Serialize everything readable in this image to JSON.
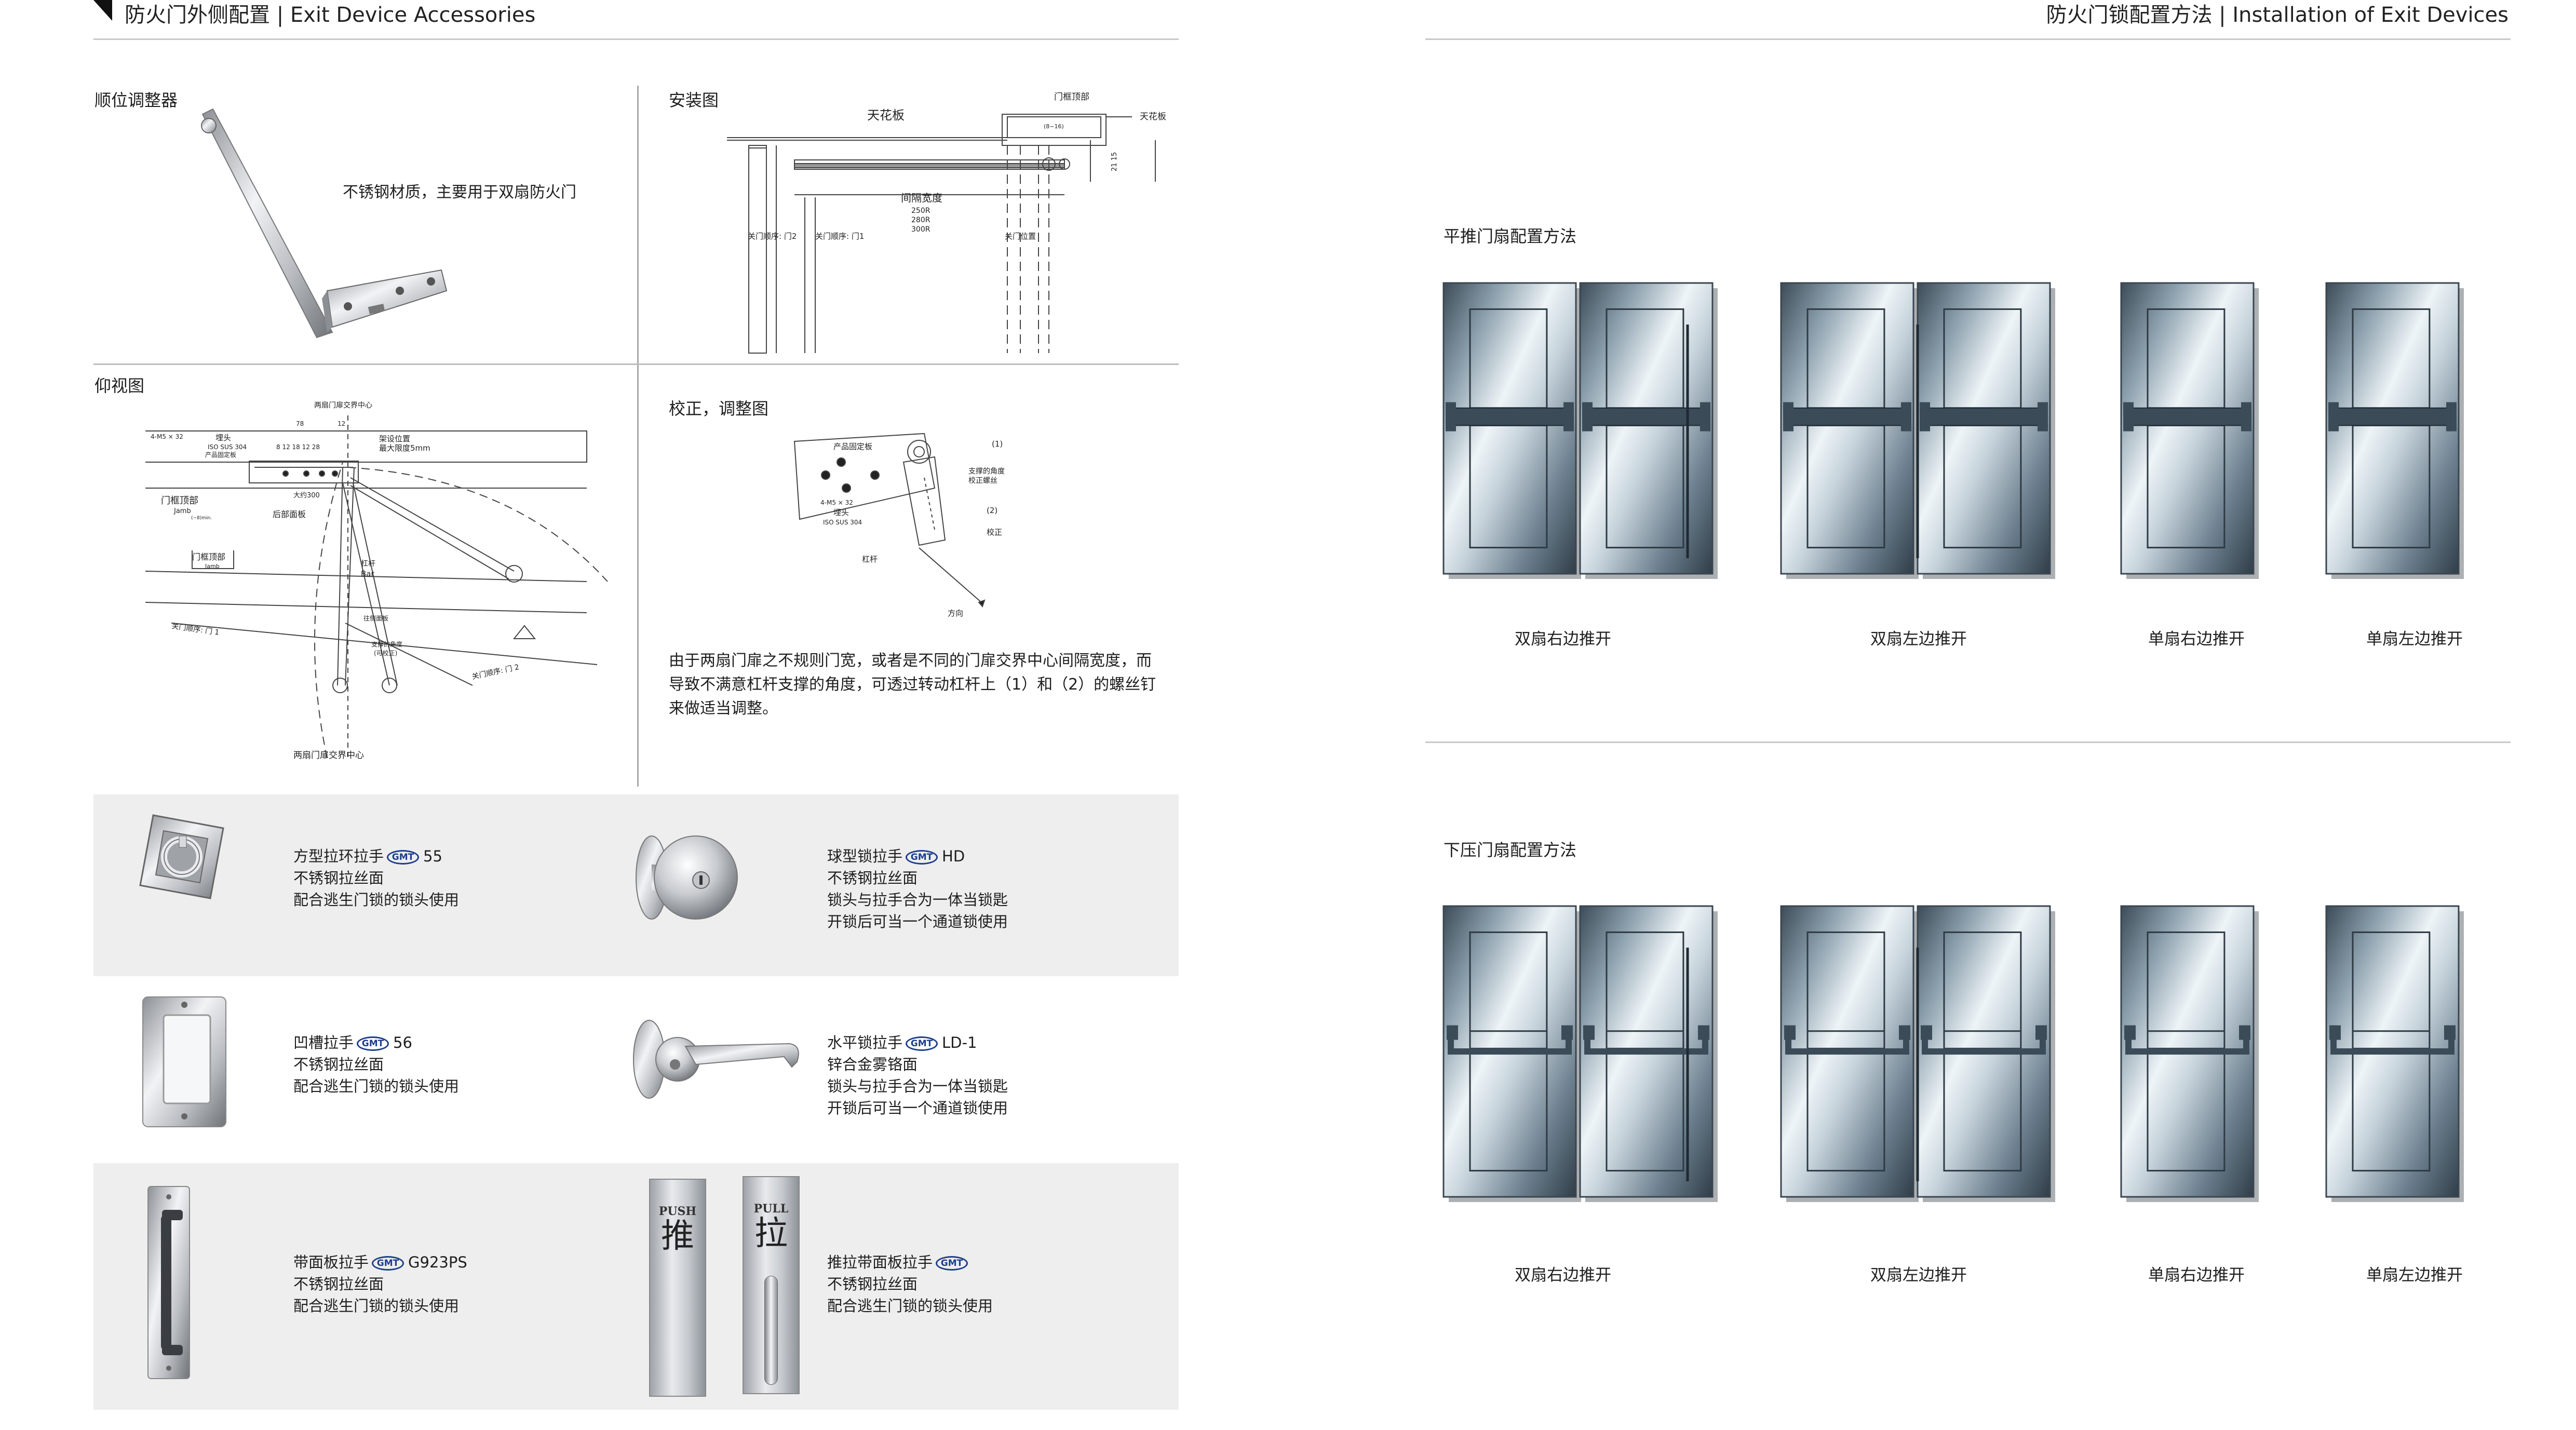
{
  "left_header": {
    "title": "防火门外侧配置 | Exit Device Accessories"
  },
  "right_header": {
    "title": "防火门锁配置方法 | Installation of Exit Devices"
  },
  "panels": {
    "coordinator": {
      "title": "顺位调整器",
      "desc": "不锈钢材质，主要用于双扇防火门"
    },
    "install": {
      "title": "安装图",
      "labels": {
        "ceiling": "天花板",
        "frame_top": "门框顶部",
        "ceiling2": "天花板",
        "spacing": "间隔宽度",
        "w1": "250R",
        "w2": "280R",
        "w3": "300R",
        "closer_seq2": "关门顺序: 门2",
        "closer_seq1": "关门顺序: 门1",
        "door_pos": "关门位置",
        "dim": "21 15",
        "dim2": "(8~16)"
      }
    },
    "bottom_view": {
      "title": "仰视图",
      "labels": {
        "center_top": "两扇门扉交界中心",
        "center_bottom": "两扇门扉交界中心",
        "screw": "4-M5 × 32",
        "screw_head": "埋头",
        "iso": "ISO SUS 304",
        "fixed_plate": "产品固定板",
        "mount_pos": "架设位置",
        "max_limit": "最大限度5mm",
        "approx": "大约300",
        "frame_top": "门框顶部",
        "jamb": "Jamb",
        "rear_panel": "后部面板",
        "frame_top2": "门框顶部",
        "jamb2": "Jamb",
        "bar_cn": "杠杆",
        "bar_en": "Bar",
        "roller": "往侧面板",
        "support_angle": "支撑的角度",
        "adjustable": "(可校正)",
        "seq1": "关门顺序: 门 1",
        "seq2": "关门顺序: 门 2",
        "d78": "78",
        "d12": "12",
        "nums": "8 12 18 12 28",
        "min": "(~8)min."
      }
    },
    "calibration": {
      "title": "校正，调整图",
      "labels": {
        "fixed_plate": "产品固定板",
        "one": "(1)",
        "support_angle": "支撑的角度",
        "calib_screw": "校正螺丝",
        "two": "(2)",
        "screw": "4-M5 × 32",
        "screw_head": "埋头",
        "iso": "ISO SUS 304",
        "calibrate": "校正",
        "lever": "杠杆",
        "direction": "方向"
      },
      "desc": "由于两扇门扉之不规则门宽，或者是不同的门扉交界中心间隔宽度，而导致不满意杠杆支撑的角度，可透过转动杠杆上（1）和（2）的螺丝钉来做适当调整。"
    }
  },
  "products": [
    {
      "name": "方型拉环拉手",
      "brand": "GMT",
      "model": "55",
      "line2": "不锈钢拉丝面",
      "line3": "配合逃生门锁的锁头使用",
      "line4": ""
    },
    {
      "name": "球型锁拉手",
      "brand": "GMT",
      "model": "HD",
      "line2": "不锈钢拉丝面",
      "line3": "锁头与拉手合为一体当锁匙",
      "line4": "开锁后可当一个通道锁使用"
    },
    {
      "name": "凹槽拉手",
      "brand": "GMT",
      "model": "56",
      "line2": "不锈钢拉丝面",
      "line3": "配合逃生门锁的锁头使用",
      "line4": ""
    },
    {
      "name": "水平锁拉手",
      "brand": "GMT",
      "model": "LD-1",
      "line2": "锌合金雾铬面",
      "line3": "锁头与拉手合为一体当锁匙",
      "line4": "开锁后可当一个通道锁使用"
    },
    {
      "name": "带面板拉手",
      "brand": "GMT",
      "model": "G923PS",
      "line2": "不锈钢拉丝面",
      "line3": "配合逃生门锁的锁头使用",
      "line4": ""
    },
    {
      "name": "推拉带面板拉手",
      "brand": "GMT",
      "model": "",
      "line2": "不锈钢拉丝面",
      "line3": "配合逃生门锁的锁头使用",
      "line4": ""
    }
  ],
  "plates": {
    "push_en": "PUSH",
    "push_cn": "推",
    "pull_en": "PULL",
    "pull_cn": "拉"
  },
  "push_section": {
    "title": "平推门扇配置方法",
    "captions": [
      "双扇右边推开",
      "双扇左边推开",
      "单扇右边推开",
      "单扇左边推开"
    ]
  },
  "press_section": {
    "title": "下压门扇配置方法",
    "captions": [
      "双扇右边推开",
      "双扇左边推开",
      "单扇右边推开",
      "单扇左边推开"
    ]
  },
  "colors": {
    "band": "#eeeeee",
    "brand": "#1e3e8c",
    "door_dark": "#3d4e5a",
    "door_light": "#e6eef3"
  }
}
